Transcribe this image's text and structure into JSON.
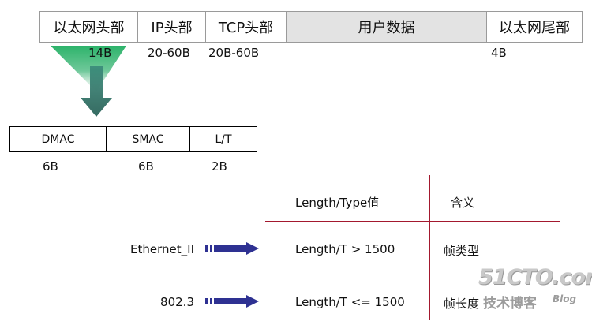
{
  "frame": {
    "cells": [
      "以太网头部",
      "IP头部",
      "TCP头部",
      "用户数据",
      "以太网尾部"
    ],
    "sizes": [
      "14B",
      "20-60B",
      "20B-60B",
      "4B"
    ]
  },
  "ethernet_header": {
    "cells": [
      "DMAC",
      "SMAC",
      "L/T"
    ],
    "sizes": [
      "6B",
      "6B",
      "2B"
    ]
  },
  "table": {
    "header": [
      "Length/Type值",
      "含义"
    ],
    "rows": [
      {
        "label": "Ethernet_II",
        "condition": "Length/T > 1500",
        "meaning": "帧类型"
      },
      {
        "label": "802.3",
        "condition": "Length/T <= 1500",
        "meaning": "帧长度"
      }
    ]
  },
  "watermark": {
    "site": "51CTO.com",
    "subtitle": "技术博客",
    "blog": "Blog"
  },
  "colors": {
    "arrow_blue": "#2e3192",
    "table_line": "#a3182e",
    "green": "#2db36a",
    "shaded_cell": "#e3e3e3"
  }
}
